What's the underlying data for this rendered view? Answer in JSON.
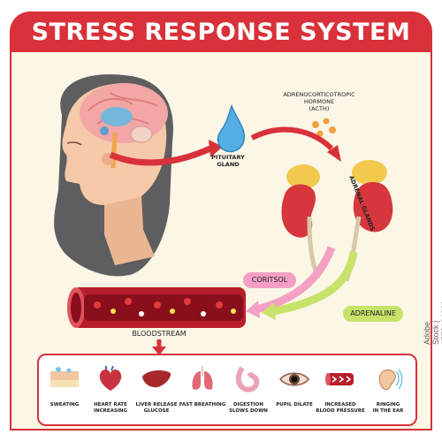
{
  "title": "STRESS RESPONSE SYSTEM",
  "labels": {
    "pituitary": "PITUITARY GLAND",
    "acth_line1": "ADRENOCORTICOTROPIC",
    "acth_line2": "HORMONE",
    "acth_line3": "(ACTH)",
    "adrenal": "ADRENAL GLANDS",
    "cortisol": "CORITSOL",
    "adrenaline": "ADRENALINE",
    "bloodstream": "BLOODSTREAM"
  },
  "effects": [
    {
      "line1": "SWEATING",
      "line2": "",
      "icon": "sweating-skin-icon"
    },
    {
      "line1": "HEART RATE",
      "line2": "INCREASING",
      "icon": "heart-icon"
    },
    {
      "line1": "LIVER RELEASE",
      "line2": "GLUCOSE",
      "icon": "liver-icon"
    },
    {
      "line1": "FAST BREATHING",
      "line2": "",
      "icon": "lungs-icon"
    },
    {
      "line1": "DIGESTION",
      "line2": "SLOWS DOWN",
      "icon": "stomach-icon"
    },
    {
      "line1": "PUPIL DILATE",
      "line2": "",
      "icon": "eye-icon"
    },
    {
      "line1": "INCREASED",
      "line2": "BLOOD PRESSURE",
      "icon": "blood-vessel-icon"
    },
    {
      "line1": "RINGING",
      "line2": "IN THE EAR",
      "icon": "ear-icon"
    }
  ],
  "watermark": "Adobe Stock | #570134063",
  "colors": {
    "banner": "#d9313a",
    "panel": "#fbf6e6",
    "arrow_red": "#d9313a",
    "cortisol_pink": "#f4a0c4",
    "adrenaline_green": "#c8e36a",
    "kidney": "#d6363c",
    "adrenal_gland": "#f2c94c"
  }
}
